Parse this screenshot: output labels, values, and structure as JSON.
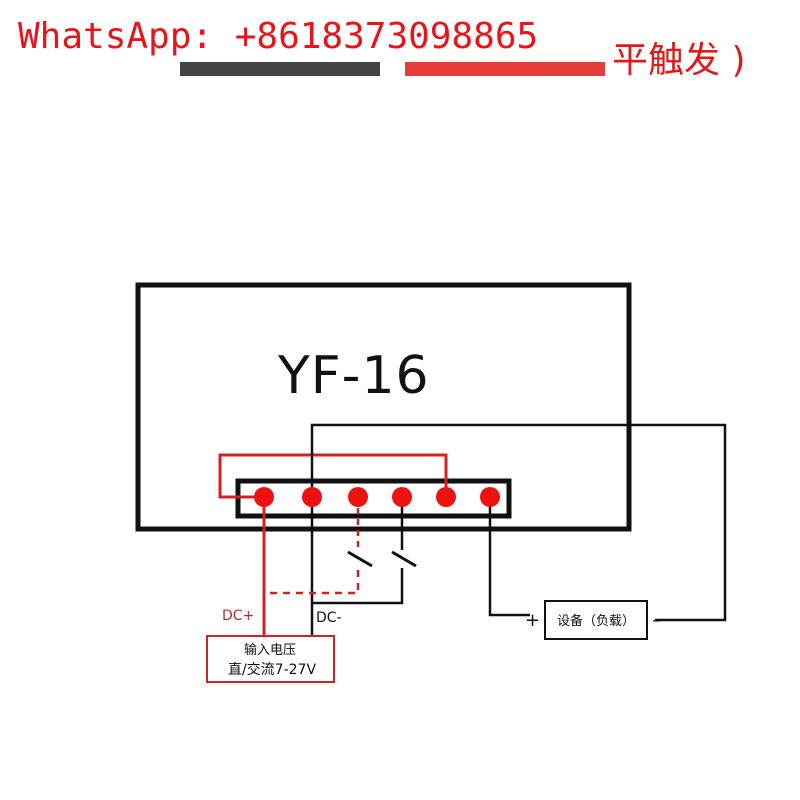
{
  "watermark": {
    "text": "WhatsApp: +8618373098865",
    "color": "#e8141b"
  },
  "header": {
    "title_fragment": "平触发 )"
  },
  "module": {
    "label": "YF-16"
  },
  "labels": {
    "dc_plus": "DC+",
    "dc_minus": "DC-",
    "plus": "+",
    "minus": "–"
  },
  "input_box": {
    "line1": "输入电压",
    "line2": "直/交流7-27V"
  },
  "load_box": {
    "text": "设备（负载）"
  },
  "colors": {
    "red_wire": "#d42020",
    "terminal_red": "#ee1111",
    "black": "#111111",
    "dc_plus_label": "#c0282f"
  }
}
